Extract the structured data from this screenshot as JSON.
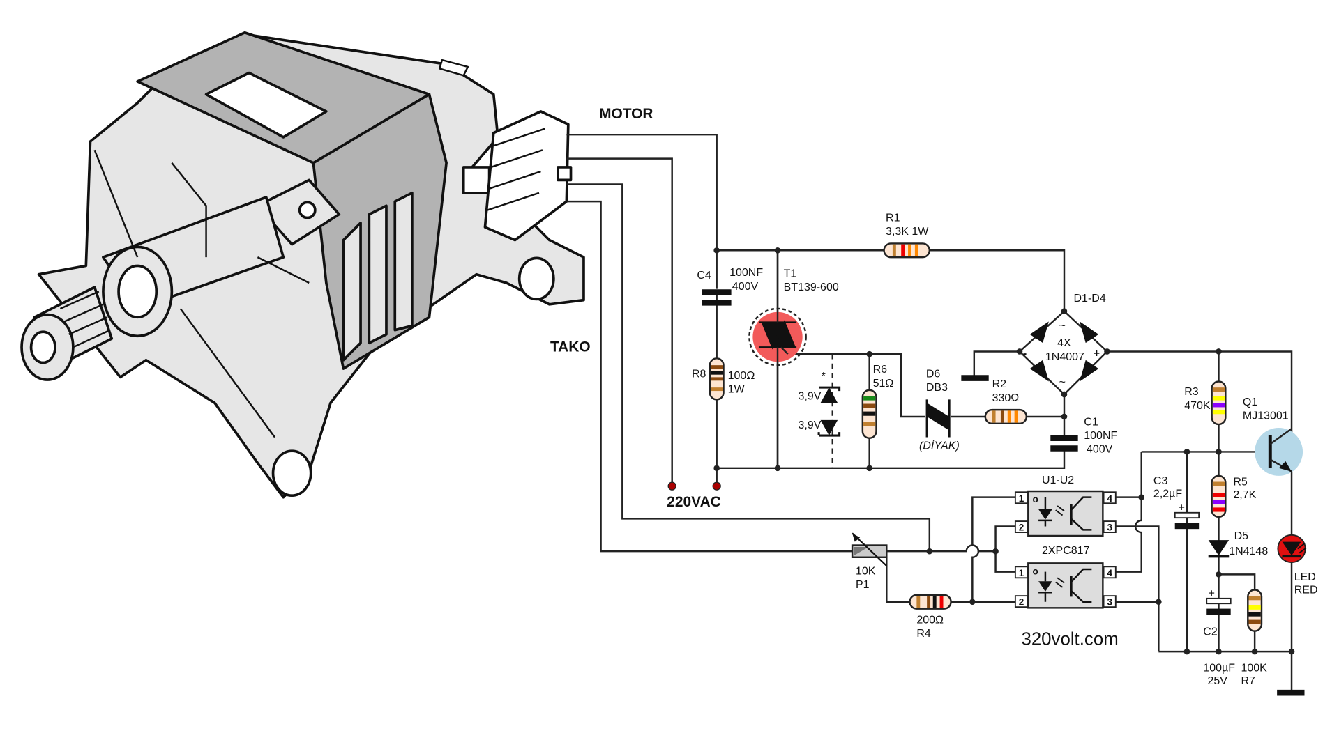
{
  "labels": {
    "motor": "MOTOR",
    "tako": "TAKO",
    "mains": "220VAC",
    "website": "320volt.com"
  },
  "components": {
    "r1": {
      "ref": "R1",
      "value": "3,3K 1W"
    },
    "c4": {
      "ref": "C4",
      "value1": "100NF",
      "value2": "400V"
    },
    "t1": {
      "ref": "T1",
      "value": "BT139-600"
    },
    "r8": {
      "ref": "R8",
      "value1": "100Ω",
      "value2": "1W"
    },
    "zener": {
      "mark": "*",
      "v1": "3,9V",
      "v2": "3,9V"
    },
    "r6": {
      "ref": "R6",
      "value": "51Ω"
    },
    "d6": {
      "ref": "D6",
      "value": "DB3",
      "note": "(DİYAK)"
    },
    "r2": {
      "ref": "R2",
      "value": "330Ω"
    },
    "bridge": {
      "ref": "D1-D4",
      "value1": "4X",
      "value2": "1N4007",
      "minus": "-",
      "plus": "+",
      "ac1": "~",
      "ac2": "~"
    },
    "c1": {
      "ref": "C1",
      "value1": "100NF",
      "value2": "400V"
    },
    "r3": {
      "ref": "R3",
      "value": "470K"
    },
    "q1": {
      "ref": "Q1",
      "value": "MJ13001"
    },
    "c3": {
      "ref": "C3",
      "value": "2,2µF",
      "plus": "+"
    },
    "r5": {
      "ref": "R5",
      "value": "2,7K"
    },
    "d5": {
      "ref": "D5",
      "value": "1N4148"
    },
    "led": {
      "l1": "LED",
      "l2": "RED"
    },
    "c2": {
      "ref": "C2",
      "value1": "100µF",
      "value2": "25V",
      "plus": "+"
    },
    "r7": {
      "ref": "R7",
      "value": "100K"
    },
    "opto": {
      "ref": "U1-U2",
      "value": "2XPC817",
      "pins": [
        "1",
        "2",
        "3",
        "4"
      ],
      "mark": "o"
    },
    "p1": {
      "ref": "P1",
      "value": "10K"
    },
    "r4": {
      "ref": "R4",
      "value": "200Ω"
    }
  },
  "colors": {
    "triac_highlight": "#f25a5a",
    "transistor_highlight": "#b5d8e8",
    "led": "#e01010",
    "motor_body": "#e6e6e6",
    "motor_shade": "#b3b3b3"
  }
}
